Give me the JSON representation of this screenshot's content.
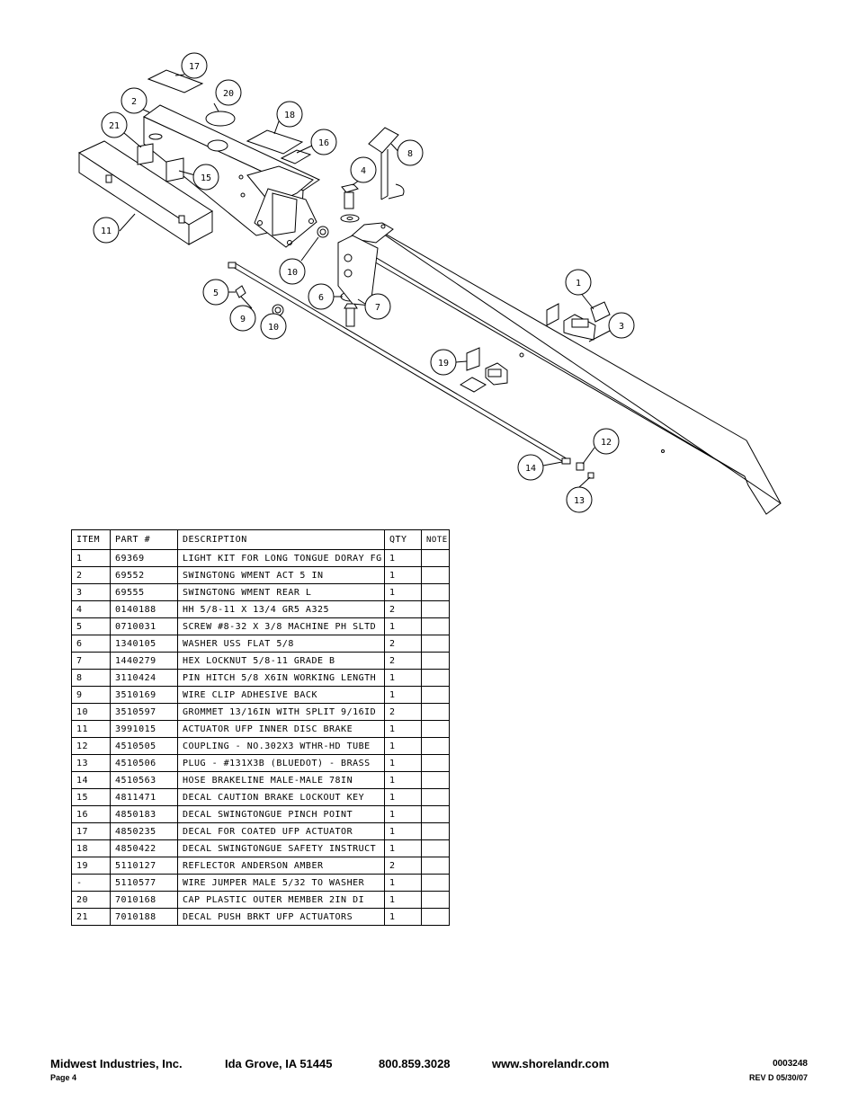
{
  "callouts": [
    "17",
    "20",
    "2",
    "18",
    "21",
    "16",
    "8",
    "4",
    "15",
    "11",
    "10",
    "5",
    "6",
    "7",
    "9",
    "10",
    "1",
    "3",
    "19",
    "12",
    "14",
    "13"
  ],
  "table": {
    "headers": [
      "ITEM",
      "PART #",
      "DESCRIPTION",
      "QTY",
      "NOTE"
    ],
    "rows": [
      [
        "1",
        "69369",
        "LIGHT KIT FOR LONG TONGUE DORAY FG",
        "1",
        ""
      ],
      [
        "2",
        "69552",
        "SWINGTONG WMENT ACT 5 IN",
        "1",
        ""
      ],
      [
        "3",
        "69555",
        "SWINGTONG WMENT REAR L",
        "1",
        ""
      ],
      [
        "4",
        "0140188",
        "HH 5/8-11 X 13/4  GR5 A325",
        "2",
        ""
      ],
      [
        "5",
        "0710031",
        "SCREW #8-32 X 3/8 MACHINE PH SLTD",
        "1",
        ""
      ],
      [
        "6",
        "1340105",
        "WASHER USS FLAT 5/8",
        "2",
        ""
      ],
      [
        "7",
        "1440279",
        "HEX LOCKNUT 5/8-11 GRADE B",
        "2",
        ""
      ],
      [
        "8",
        "3110424",
        "PIN HITCH 5/8 X6IN WORKING LENGTH",
        "1",
        ""
      ],
      [
        "9",
        "3510169",
        "WIRE CLIP   ADHESIVE BACK",
        "1",
        ""
      ],
      [
        "10",
        "3510597",
        "GROMMET 13/16IN  WITH SPLIT 9/16ID",
        "2",
        ""
      ],
      [
        "11",
        "3991015",
        "ACTUATOR UFP INNER  DISC BRAKE",
        "1",
        ""
      ],
      [
        "12",
        "4510505",
        "COUPLING - NO.302X3 WTHR-HD TUBE",
        "1",
        ""
      ],
      [
        "13",
        "4510506",
        "PLUG - #131X3B (BLUEDOT) - BRASS",
        "1",
        ""
      ],
      [
        "14",
        "4510563",
        "HOSE BRAKELINE MALE-MALE 78IN",
        "1",
        ""
      ],
      [
        "15",
        "4811471",
        "DECAL CAUTION BRAKE LOCKOUT KEY",
        "1",
        ""
      ],
      [
        "16",
        "4850183",
        "DECAL SWINGTONGUE PINCH POINT",
        "1",
        ""
      ],
      [
        "17",
        "4850235",
        "DECAL FOR COATED UFP ACTUATOR",
        "1",
        ""
      ],
      [
        "18",
        "4850422",
        "DECAL SWINGTONGUE SAFETY INSTRUCT",
        "1",
        ""
      ],
      [
        "19",
        "5110127",
        "REFLECTOR ANDERSON AMBER",
        "2",
        ""
      ],
      [
        "-",
        "5110577",
        "WIRE JUMPER MALE 5/32 TO WASHER",
        "1",
        ""
      ],
      [
        "20",
        "7010168",
        "CAP  PLASTIC OUTER MEMBER 2IN DI",
        "1",
        ""
      ],
      [
        "21",
        "7010188",
        "DECAL PUSH BRKT UFP ACTUATORS",
        "1",
        ""
      ]
    ]
  },
  "footer": {
    "company": "Midwest Industries, Inc.",
    "location": "Ida Grove, IA  51445",
    "phone": "800.859.3028",
    "website": "www.shorelandr.com",
    "doc_number": "0003248",
    "page": "Page 4",
    "revision": "REV  D  05/30/07"
  }
}
